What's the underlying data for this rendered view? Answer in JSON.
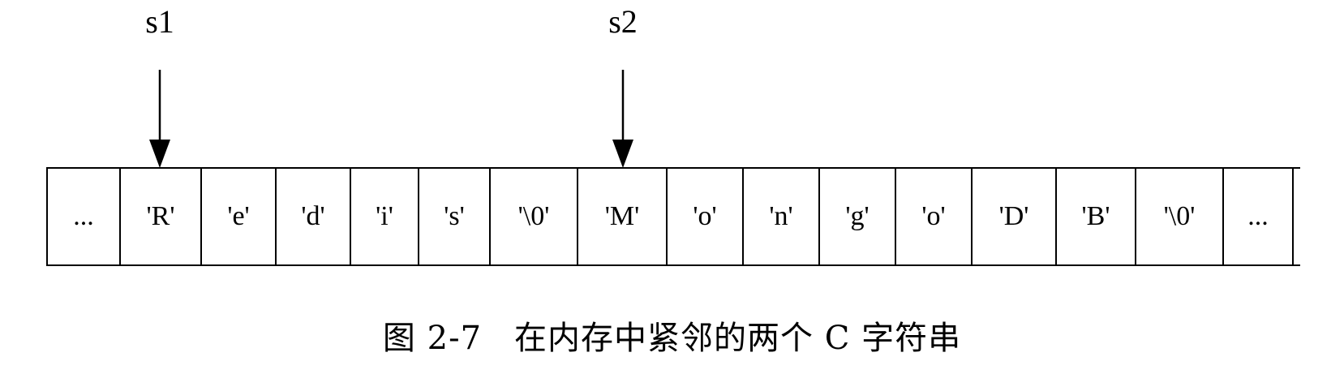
{
  "pointers": {
    "s1": {
      "label": "s1",
      "target_index": 1
    },
    "s2": {
      "label": "s2",
      "target_index": 7
    }
  },
  "memory_cells": [
    "...",
    "'R'",
    "'e'",
    "'d'",
    "'i'",
    "'s'",
    "'\\0'",
    "'M'",
    "'o'",
    "'n'",
    "'g'",
    "'o'",
    "'D'",
    "'B'",
    "'\\0'",
    "..."
  ],
  "caption": {
    "figure_number": "图 2-7",
    "text": "在内存中紧邻的两个 C 字符串"
  },
  "colors": {
    "stroke": "#000000",
    "background": "#ffffff"
  }
}
